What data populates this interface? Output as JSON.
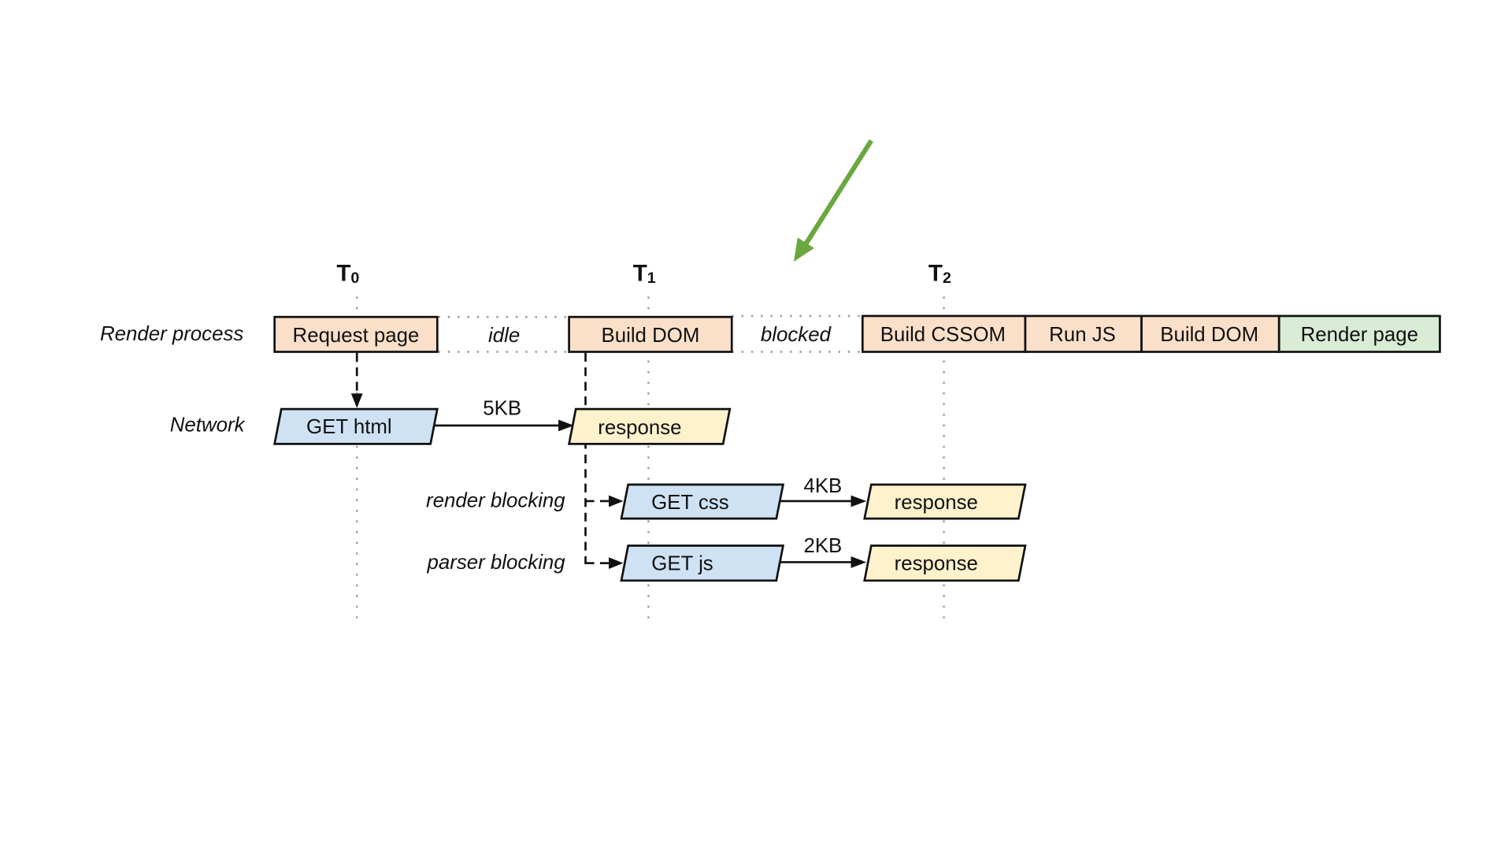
{
  "colors": {
    "render_task": "#fbe0c9",
    "render_done": "#d8ecd6",
    "network_request": "#cfe2f3",
    "network_response": "#fef2cc",
    "callout_arrow": "#6aa83f",
    "outline": "#111111",
    "guide": "#9a9a9a"
  },
  "timeline": {
    "markers": [
      {
        "letter": "T",
        "sub": "0"
      },
      {
        "letter": "T",
        "sub": "1"
      },
      {
        "letter": "T",
        "sub": "2"
      }
    ]
  },
  "rows": {
    "render_process": {
      "label": "Render process",
      "tasks": [
        {
          "label": "Request page",
          "kind": "render_task"
        },
        {
          "label": "idle",
          "kind": "gap"
        },
        {
          "label": "Build DOM",
          "kind": "render_task"
        },
        {
          "label": "blocked",
          "kind": "gap"
        },
        {
          "label": "Build CSSOM",
          "kind": "render_task"
        },
        {
          "label": "Run JS",
          "kind": "render_task"
        },
        {
          "label": "Build DOM",
          "kind": "render_task"
        },
        {
          "label": "Render page",
          "kind": "render_done"
        }
      ]
    },
    "network": {
      "label": "Network",
      "request": "GET html",
      "size": "5KB",
      "response": "response"
    },
    "render_blocking": {
      "label": "render blocking",
      "request": "GET css",
      "size": "4KB",
      "response": "response"
    },
    "parser_blocking": {
      "label": "parser blocking",
      "request": "GET js",
      "size": "2KB",
      "response": "response"
    }
  }
}
